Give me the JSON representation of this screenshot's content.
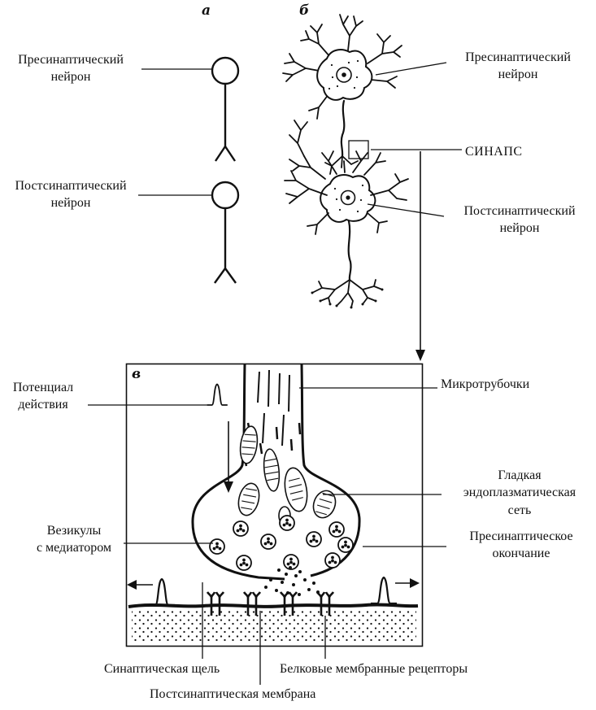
{
  "panel_letters": {
    "a": "а",
    "b": "б",
    "v": "в"
  },
  "labels": {
    "presyn_a": "Пресинаптический\nнейрон",
    "postsyn_a": "Постсинаптический\nнейрон",
    "presyn_b": "Пресинаптический\nнейрон",
    "synapse": "СИНАПС",
    "postsyn_b": "Постсинаптический\nнейрон",
    "action_potential": "Потенциал\nдействия",
    "microtubules": "Микротрубочки",
    "smooth_er": "Гладкая\nэндоплазматическая\nсеть",
    "vesicles": "Везикулы\nс медиатором",
    "presynaptic_terminal": "Пресинаптическое\nокончание",
    "synaptic_cleft": "Синаптическая щель",
    "protein_receptors": "Белковые мембранные рецепторы",
    "postsynaptic_membrane": "Постсинаптическая мембрана"
  },
  "colors": {
    "ink": "#111111",
    "background": "#ffffff"
  }
}
